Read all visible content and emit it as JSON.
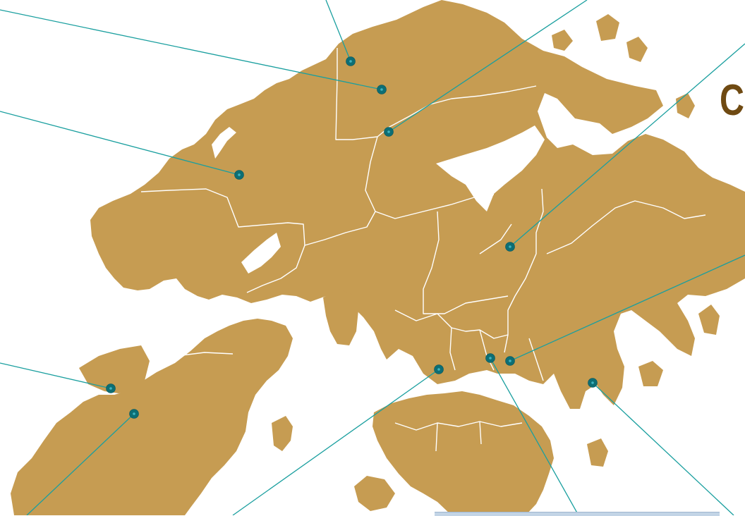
{
  "heading": {
    "text": "C",
    "color": "#6f4a12"
  },
  "colors": {
    "land": "#c69c52",
    "boundary": "#ffffff",
    "leader": "#1a9f9f",
    "marker": "#0d6e74"
  },
  "markers": [
    {
      "name": "marker-1"
    },
    {
      "name": "marker-2"
    },
    {
      "name": "marker-3"
    },
    {
      "name": "marker-4"
    },
    {
      "name": "marker-5"
    },
    {
      "name": "marker-6"
    },
    {
      "name": "marker-7"
    },
    {
      "name": "marker-8"
    },
    {
      "name": "marker-9"
    },
    {
      "name": "marker-10"
    },
    {
      "name": "marker-11"
    },
    {
      "name": "marker-12"
    }
  ]
}
